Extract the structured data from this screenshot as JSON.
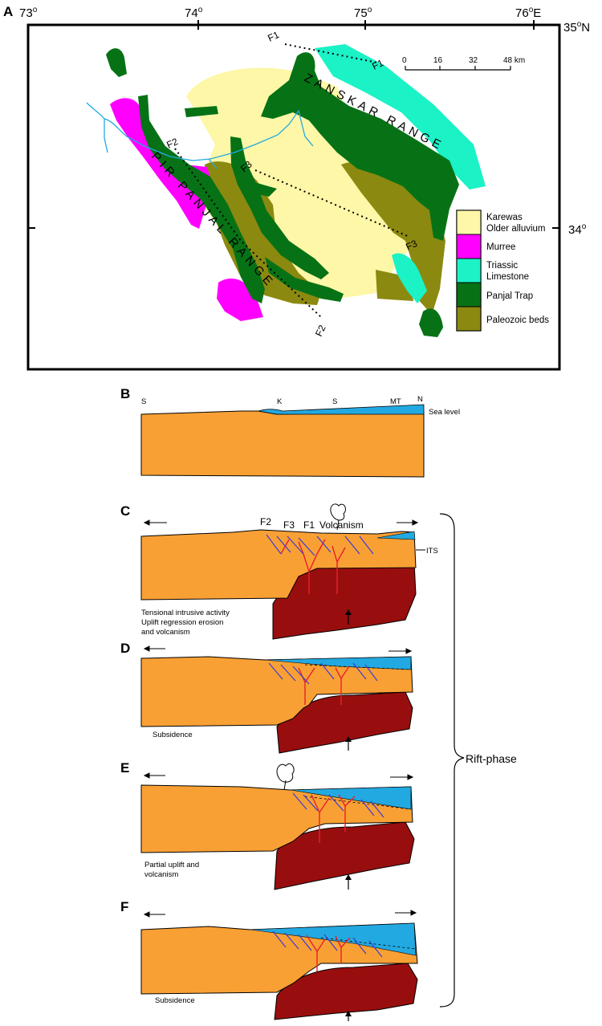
{
  "map": {
    "panel_label": "A",
    "lon_labels": [
      "73",
      "74",
      "75",
      "76"
    ],
    "lon_sup": "o",
    "lon_last_suffix": "E",
    "lat_labels": [
      "35",
      "34"
    ],
    "lat_suffix": "N",
    "range_labels": [
      "ZANSKAR RANGE",
      "PIR PANJAL RANGE"
    ],
    "fault_labels": [
      "F1",
      "F1",
      "F2",
      "F2",
      "F3",
      "F3"
    ],
    "scale_ticks": [
      "0",
      "16",
      "32",
      "48 km"
    ],
    "legend": [
      {
        "label": "Karewas",
        "label2": "Older alluvium",
        "color": "#fdf7a7"
      },
      {
        "label": "Murree",
        "label2": "",
        "color": "#ff00ff"
      },
      {
        "label": "Triassic",
        "label2": "Limestone",
        "color": "#1bf2c6"
      },
      {
        "label": "Panjal Trap",
        "label2": "",
        "color": "#077215"
      },
      {
        "label": "Paleozoic beds",
        "label2": "",
        "color": "#8c8910"
      }
    ],
    "colors": {
      "river": "#23a9e1",
      "frame": "#000000"
    }
  },
  "sections": {
    "B": {
      "label": "B",
      "S1": "S",
      "K": "K",
      "S2": "S",
      "MT": "MT",
      "N": "N",
      "sea_level": "Sea level"
    },
    "C": {
      "label": "C",
      "F2": "F2",
      "F3": "F3",
      "F1": "F1",
      "volcanism": "Volcanism",
      "its": "ITS",
      "caption": [
        "Tensional intrusive activity",
        "Uplift regression erosion",
        "and volcanism"
      ]
    },
    "D": {
      "label": "D",
      "caption": "Subsidence"
    },
    "E": {
      "label": "E",
      "caption": [
        "Partial uplift and",
        "volcanism"
      ]
    },
    "F": {
      "label": "F",
      "caption": "Subsidence"
    },
    "bracket_label": "Rift-phase",
    "colors": {
      "crust": "#f9a035",
      "magma": "#980e0e",
      "sea": "#23a9e1",
      "dyke": "#e8202a",
      "fault": "#3b3bd6"
    }
  }
}
